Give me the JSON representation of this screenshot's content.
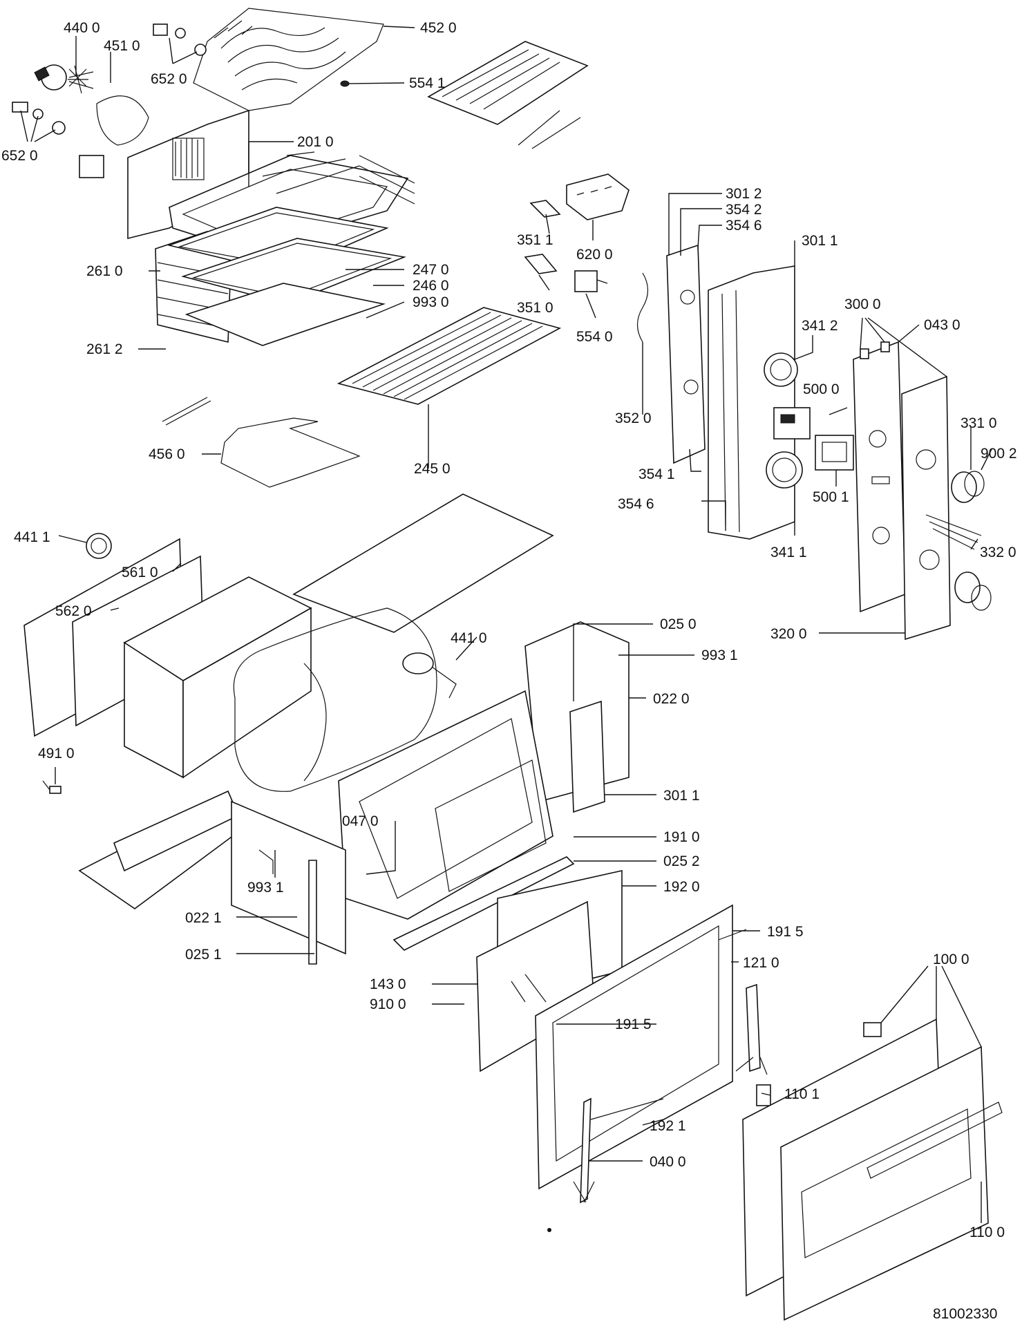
{
  "labels": {
    "l4400": "440 0",
    "l4510": "451 0",
    "l6520a": "652 0",
    "l6520b": "652 0",
    "l4520": "452 0",
    "l5541": "554 1",
    "l2010": "201 0",
    "l2610": "261 0",
    "l2470": "247 0",
    "l2460": "246 0",
    "l9930": "993 0",
    "l2612": "261 2",
    "l4560": "456 0",
    "l2450": "245 0",
    "l3511": "351 1",
    "l6200": "620 0",
    "l3510": "351 0",
    "l5540": "554 0",
    "l3012": "301 2",
    "l3542": "354 2",
    "l3546a": "354 6",
    "l3011a": "301 1",
    "l3000": "300 0",
    "l0430": "043 0",
    "l3412": "341 2",
    "l5000": "500 0",
    "l3520": "352 0",
    "l3310": "331 0",
    "l9002": "900 2",
    "l3541": "354 1",
    "l5001": "500 1",
    "l3546b": "354 6",
    "l3411": "341 1",
    "l3320": "332 0",
    "l3200": "320 0",
    "l4411": "441 1",
    "l5610": "561 0",
    "l5620": "562 0",
    "l4410": "441 0",
    "l0250": "025 0",
    "l9931a": "993 1",
    "l0220": "022 0",
    "l4910": "491 0",
    "l3011b": "301 1",
    "l0470": "047 0",
    "l1910": "191 0",
    "l0252": "025 2",
    "l9931b": "993 1",
    "l1920": "192 0",
    "l0221": "022 1",
    "l1915a": "191 5",
    "l0251": "025 1",
    "l1210": "121 0",
    "l1430": "143 0",
    "l9100": "910 0",
    "l1915b": "191 5",
    "l1000": "100 0",
    "l1101": "110 1",
    "l1921": "192 1",
    "l0400": "040 0",
    "l1100": "110 0"
  },
  "drawing_number": "81002330"
}
